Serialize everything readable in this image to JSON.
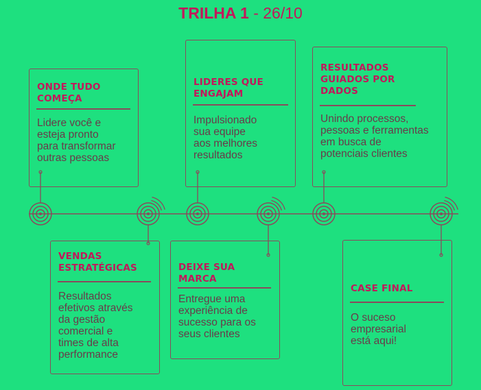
{
  "header": {
    "title_bold": "TRILHA 1",
    "title_rest": " - 26/10"
  },
  "colors": {
    "background": "#1ee07f",
    "accent": "#c2185b",
    "line": "#8a4a5c",
    "text": "#6a3a4a"
  },
  "cards": [
    {
      "title": "ONDE TUDO\nCOMEÇA",
      "text": "Lidere você e\nesteja pronto\npara transformar\noutras pessoas"
    },
    {
      "title": "VENDAS\nESTRATÉGICAS",
      "text": "Resultados\nefetivos através\nda gestão\ncomercial e\ntimes de alta\nperformance"
    },
    {
      "title": "LIDERES QUE\nENGAJAM",
      "text": "Impulsionado\nsua equipe\naos melhores\nresultados"
    },
    {
      "title": "DEIXE SUA\nMARCA",
      "text": "Entregue uma\nexperiência de\nsucesso para os\nseus clientes"
    },
    {
      "title": "RESULTADOS\nGUIADOS POR\nDADOS",
      "text": "Unindo processos,\npessoas e ferramentas\nem busca de\npotenciais clientes"
    },
    {
      "title": "CASE FINAL",
      "text": "O suceso\nempresarial\nestá aqui!"
    }
  ]
}
